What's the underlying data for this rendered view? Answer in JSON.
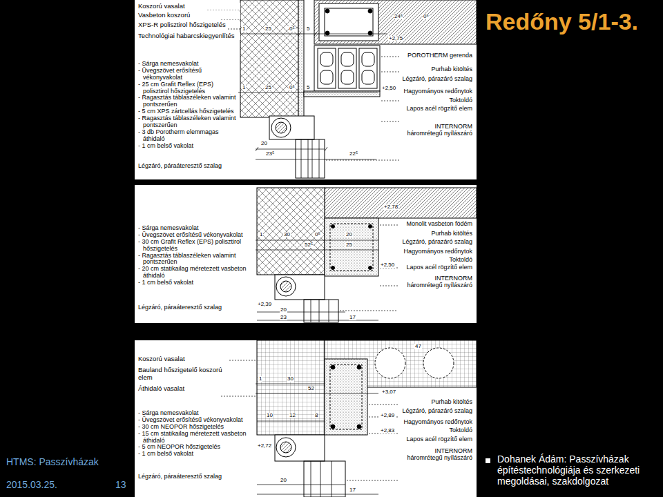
{
  "diagram": {
    "title": "Redőny 5/1-3.",
    "caption": "Dohanek Ádám: Passzívházak építéstechnológiája és szerkezeti megoldásai, szakdolgozat",
    "labels": [
      "Koszorú vasalat",
      "Vasbeton koszorú",
      "XPS-R polisztirol hőszigetelés",
      "Technológiai habarcskiegyenlítés",
      "- Sárga nemesvakolat",
      "- Üvegszövet erősítésű vékonyvakolat",
      "- 25 cm Grafit Reflex (EPS) polisztirol hőszigetelés",
      "- Ragasztás táblaszéleken valamint pontszerűen",
      "- 5 cm XPS zártcellás hőszigetelés",
      "- Ragasztás táblaszéleken valamint pontszerűen",
      "- 3 db Porotherm elemmagas áthidaló",
      "- 1 cm belső vakolat",
      "Légzáró, páraáteresztő szalag",
      "POROTHERM gerenda",
      "Purhab kitöltés",
      "Légzáró, párazáró szalag",
      "Hagyományos redőnytok",
      "Toktoldó",
      "Lapos acél rögzítő elem",
      "INTERNORM háromrétegű nyílászáró",
      "1",
      "25",
      "0⁵",
      "5",
      "24⁵",
      "0⁵",
      "+2,75",
      "+2,50",
      "1",
      "25",
      "0⁵",
      "5",
      "20",
      "23⁵",
      "22⁵",
      "- Sárga nemesvakolat",
      "- Üvegszövet erősítésű vékonyvakolat",
      "- 30 cm Grafit Reflex (EPS) polisztirol hőszigetelés",
      "- Ragasztás táblaszéleken valamint pontszerűen",
      "- 20 cm statikailag méretezett vasbeton áthidaló",
      "- 1 cm belső vakolat",
      "Légzáró, páraáteresztő szalag",
      "Monolit vasbeton födém",
      "Purhab kitöltés",
      "Légzáró, párazáró szalag",
      "Hagyományos redőnytok",
      "Toktoldó",
      "Lapos acél rögzítő elem",
      "INTERNORM háromrétegű nyílászáró",
      "+2,78",
      "1",
      "30",
      "0⁵",
      "20",
      "52⁵",
      "25",
      "+2,50",
      "+2,39",
      "20",
      "23",
      "17",
      "Koszorú vasalat",
      "Bauland hőszigetelő koszorú elem",
      "Áthidaló vasalat",
      "- Sárga nemesvakolat",
      "- Üvegszövet erősítésű vékonyvakolat",
      "- 30 cm NEOPOR hőszigetelés",
      "- 15 cm statikailag méretezett vasbeton áthidaló",
      "- 5 cm NEOPOR hőszigetelés",
      "- 1 cm belső vakolat",
      "Légzáró, páraáteresztő szalag",
      "Purhab kitöltés",
      "Légzáró, párazáró szalag",
      "Hagyományos redőnytok",
      "Toktoldó",
      "Lapos acél rögzítő elem",
      "INTERNORM háromrétegű nyílászáró",
      "47",
      "1",
      "30",
      "52",
      "+3,07",
      "+2,89",
      "+2,83",
      "+2,72",
      "10",
      "12",
      "8",
      "20",
      "17",
      "HTMS: Passzívházak",
      "2015.03.25.",
      "13"
    ]
  }
}
